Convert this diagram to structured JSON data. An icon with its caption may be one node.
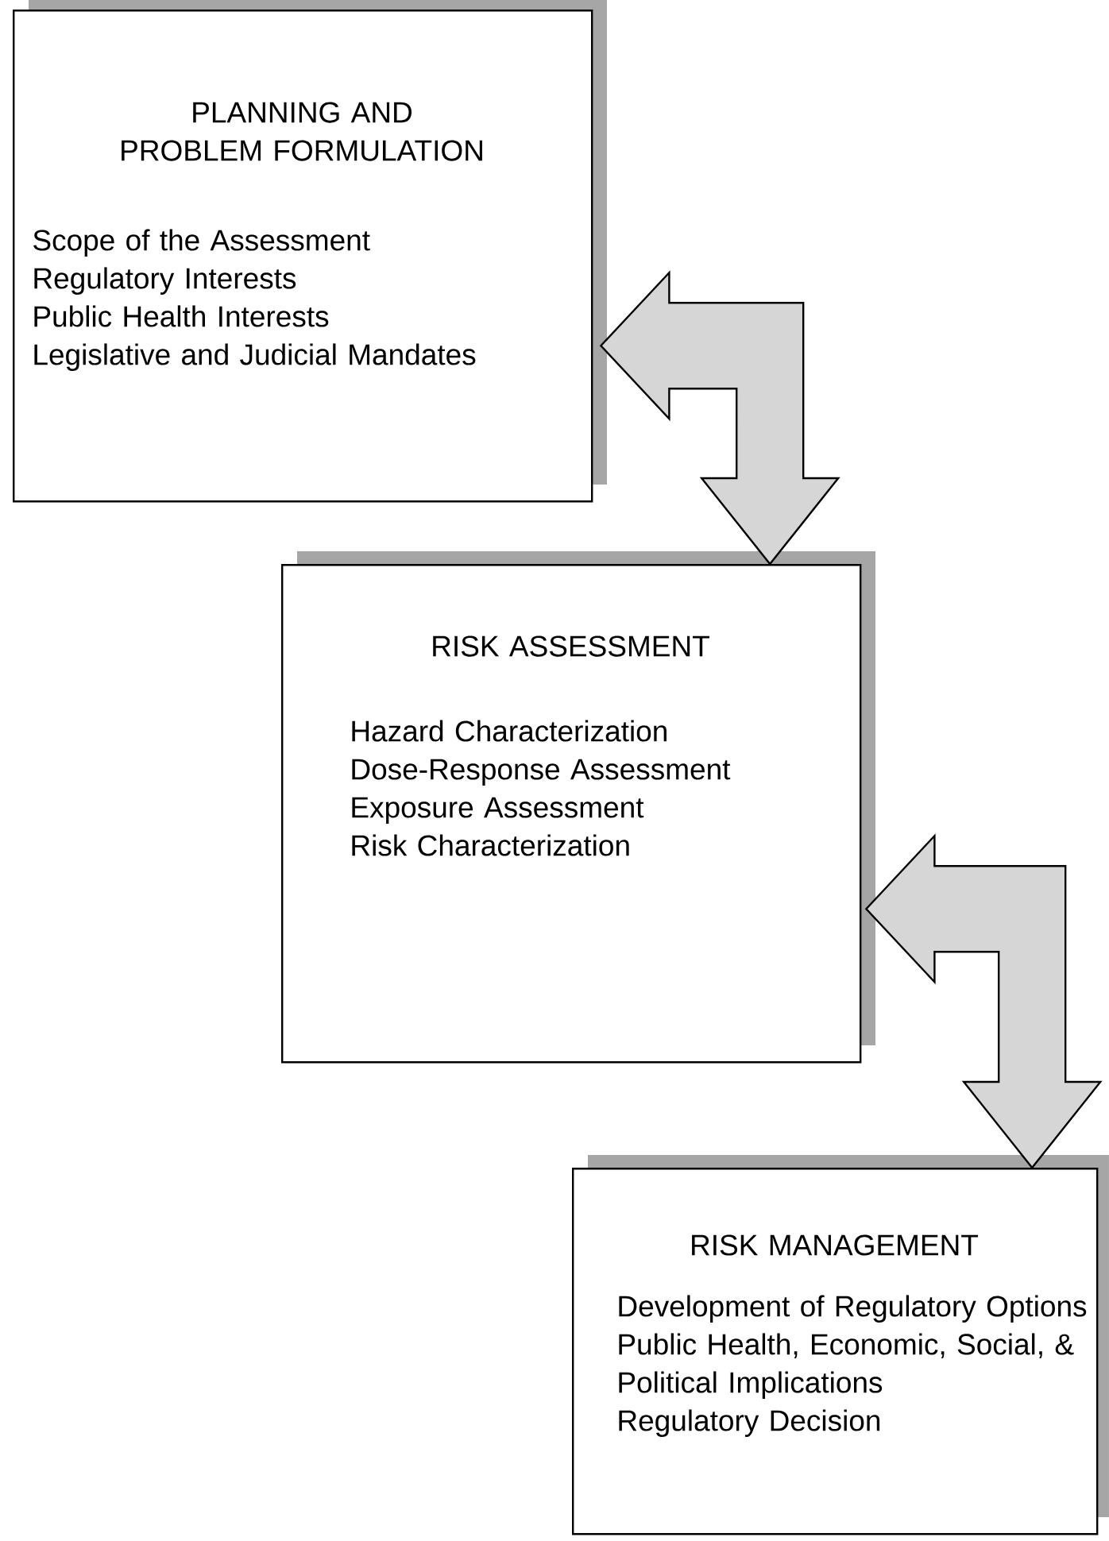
{
  "diagram": {
    "nodes": [
      {
        "text": [
          "PLANNING AND PROBLEM FORMULATION",
          "Scope of the Assessment",
          "Regulatory Interests",
          "Public Health Interests",
          "Legislative and Judicial Mandates"
        ]
      },
      {
        "text": [
          "RISK ASSESSMENT",
          "Hazard Characterization",
          "Dose-Response Assessment",
          "Exposure Assessment",
          "Risk Characterization"
        ]
      },
      {
        "text": [
          "RISK MANAGEMENT",
          "Development of Regulatory Options",
          "Public Health, Economic, Social, & Political Implications",
          "Regulatory Decision"
        ]
      }
    ],
    "edges": [
      {
        "from": 0,
        "to": 1,
        "arrow": "both"
      },
      {
        "from": 1,
        "to": 2,
        "arrow": "both"
      }
    ]
  }
}
